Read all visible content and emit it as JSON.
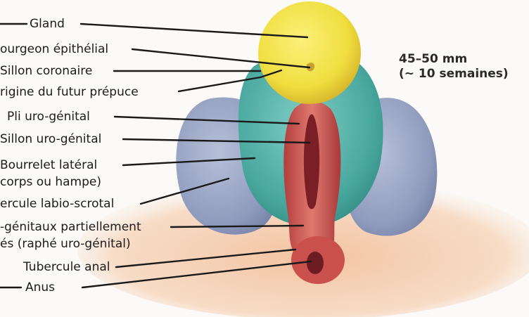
{
  "stage": {
    "size": "45–50 mm",
    "age": "(~ 10 semaines)"
  },
  "labels": [
    {
      "id": "gland",
      "text": "Gland"
    },
    {
      "id": "bourgeon",
      "text": "ourgeon épithélial"
    },
    {
      "id": "sillon-coronaire",
      "text": "Sillon coronaire"
    },
    {
      "id": "prepuce",
      "text": "rigine du futur prépuce"
    },
    {
      "id": "pli-uro",
      "text": "Pli uro-génital"
    },
    {
      "id": "sillon-uro",
      "text": "Sillon uro-génital"
    },
    {
      "id": "bourrelet-1",
      "text": "Bourrelet latéral"
    },
    {
      "id": "bourrelet-2",
      "text": "corps ou hampe)"
    },
    {
      "id": "tubercule-ls",
      "text": "ercule labio-scrotal"
    },
    {
      "id": "plis-1",
      "text": "-génitaux partiellement"
    },
    {
      "id": "plis-2",
      "text": "és (raphé uro-génital)"
    },
    {
      "id": "tubercule-anal",
      "text": "Tubercule anal"
    },
    {
      "id": "anus",
      "text": "Anus"
    }
  ],
  "colors": {
    "gland": "#f2e24a",
    "prepuce": "#4fb0a6",
    "lateral": "#8e9cbf",
    "fold": "#c9504d",
    "skin": "#f0c7a3"
  }
}
